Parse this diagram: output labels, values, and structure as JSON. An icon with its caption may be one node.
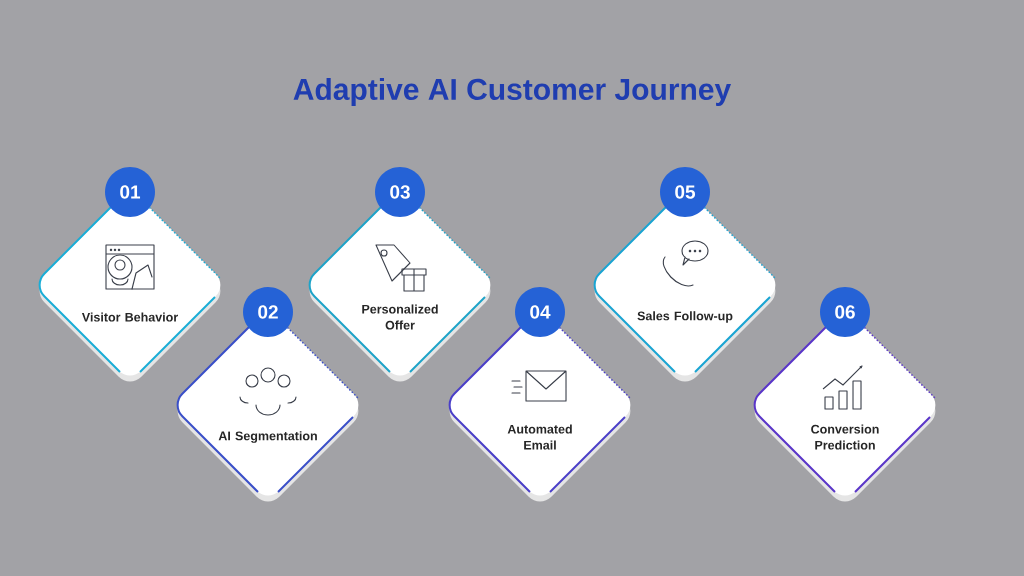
{
  "diagram": {
    "title": "Adaptive AI Customer Journey",
    "nodes": [
      {
        "text": [
          "01",
          "Visitor Behavior"
        ]
      },
      {
        "text": [
          "02",
          "AI Segmentation"
        ]
      },
      {
        "text": [
          "03",
          "Personalized Offer"
        ]
      },
      {
        "text": [
          "04",
          "Automated Email"
        ]
      },
      {
        "text": [
          "05",
          "Sales Follow-up"
        ]
      },
      {
        "text": [
          "06",
          "Conversion Prediction"
        ]
      }
    ]
  }
}
